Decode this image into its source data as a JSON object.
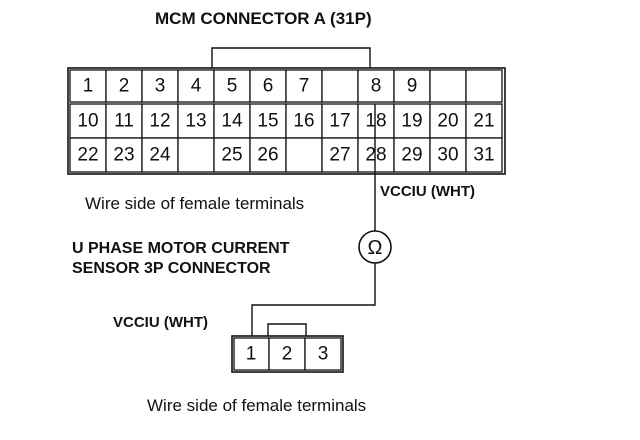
{
  "mcm": {
    "title": "MCM CONNECTOR A (31P)",
    "wire_side": "Wire side of female terminals",
    "row1": [
      "1",
      "2",
      "3",
      "4",
      "5",
      "6",
      "7",
      "",
      "8",
      "9"
    ],
    "row2": [
      "10",
      "11",
      "12",
      "13",
      "14",
      "15",
      "16",
      "17",
      "18",
      "19",
      "20",
      "21"
    ],
    "row3": [
      "22",
      "23",
      "24",
      "",
      "25",
      "26",
      "",
      "27",
      "28",
      "29",
      "30",
      "31"
    ]
  },
  "meter": {
    "symbol": "Ω",
    "icon": "ohmmeter-icon"
  },
  "sensor": {
    "title_line1": "U PHASE MOTOR CURRENT",
    "title_line2": "SENSOR 3P CONNECTOR",
    "wire_side": "Wire side of female terminals",
    "pins": [
      "1",
      "2",
      "3"
    ]
  },
  "wires": {
    "top_label": "VCCIU (WHT)",
    "bottom_label": "VCCIU (WHT)"
  }
}
